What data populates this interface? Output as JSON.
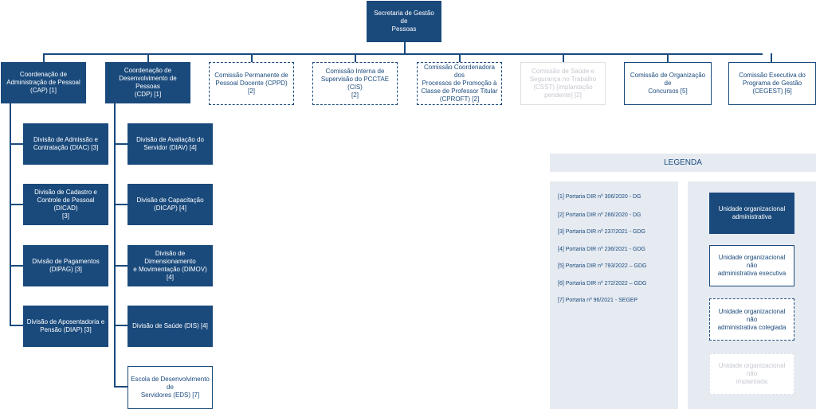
{
  "root": {
    "label": "Secretaria de Gestão de\nPessoas"
  },
  "level1": [
    {
      "id": "cap",
      "label": "Coordenação de\nAdministração de Pessoal\n(CAP) [1]",
      "style": "filled"
    },
    {
      "id": "cdp",
      "label": "Coordenação de\nDesenvolvimento de Pessoas\n(CDP) [1]",
      "style": "filled"
    },
    {
      "id": "cppd",
      "label": "Comissão Permanente de\nPessoal Docente (CPPD) [2]",
      "style": "dashed"
    },
    {
      "id": "cis",
      "label": "Comissão Interna de\nSupervisão do PCCTAE (CIS)\n[2]",
      "style": "dashed"
    },
    {
      "id": "cproft",
      "label": "Comissão Coordenadora dos\nProcessos de Promoção à\nClasse de Professor Titular\n(CPROFT) [2]",
      "style": "dashed"
    },
    {
      "id": "csst",
      "label": "Comissão de Saúde e\nSegurança no Trabalho\n(CSST) [implantação\npendente] [2]",
      "style": "pending"
    },
    {
      "id": "concursos",
      "label": "Comissão de Organização de\nConcursos [5]",
      "style": "outlined"
    },
    {
      "id": "cegest",
      "label": "Comissão Executiva do\nPrograma de Gestão\n(CEGEST) [6]",
      "style": "outlined"
    }
  ],
  "cap_divisions": [
    {
      "label": "Divisão de Admissão e\nContratação (DIAC) [3]",
      "style": "filled"
    },
    {
      "label": "Divisão de Cadastro e\nControle de Pessoal (DICAD)\n[3]",
      "style": "filled"
    },
    {
      "label": "Divisão de Pagamentos\n(DIPAG) [3]",
      "style": "filled"
    },
    {
      "label": "Divisão de Aposentadoria e\nPensão (DIAP) [3]",
      "style": "filled"
    }
  ],
  "cdp_divisions": [
    {
      "label": "Divisão de Avaliação do\nServidor (DIAV) [4]",
      "style": "filled"
    },
    {
      "label": "Divisão de Capacitação\n(DICAP) [4]",
      "style": "filled"
    },
    {
      "label": "Divisão de Dimensionamento\ne Movimentação (DIMOV)\n[4]",
      "style": "filled"
    },
    {
      "label": "Divisão de Saúde (DIS) [4]",
      "style": "filled"
    },
    {
      "label": "Escola de Desenvolvimento de\nServidores (EDS) [7]",
      "style": "outlined"
    }
  ],
  "legend": {
    "title": "LEGENDA",
    "references": [
      "[1] Portaria DIR nº 306/2020 - DG",
      "[2] Portaria DIR nº 266/2020 - DG",
      "[3] Portaria DIR nº 237/2021 - GDG",
      "[4] Portaria DIR nº 236/2021 - GDG",
      "[5] Portaria DIR nº 793/2022 – GDG",
      "[6] Portaria DIR nº 272/2022 – GDG",
      "[7] Portaria nº 96/2021 - SEGEP"
    ],
    "keys": [
      {
        "label": "Unidade organizacional\nadministrativa",
        "style": "filled"
      },
      {
        "label": "Unidade organizacional não\nadministrativa executiva",
        "style": "outlined"
      },
      {
        "label": "Unidade organizacional não\nadministrativa colegiada",
        "style": "dashed"
      },
      {
        "label": "Unidade organizacional não\nimplantada",
        "style": "pending-dashed"
      }
    ]
  },
  "colors": {
    "primary": "#1a4a7c",
    "legend_panel": "#e6ebf2",
    "pending_text": "#c4c8cf",
    "pending_border": "#dde0e5"
  }
}
